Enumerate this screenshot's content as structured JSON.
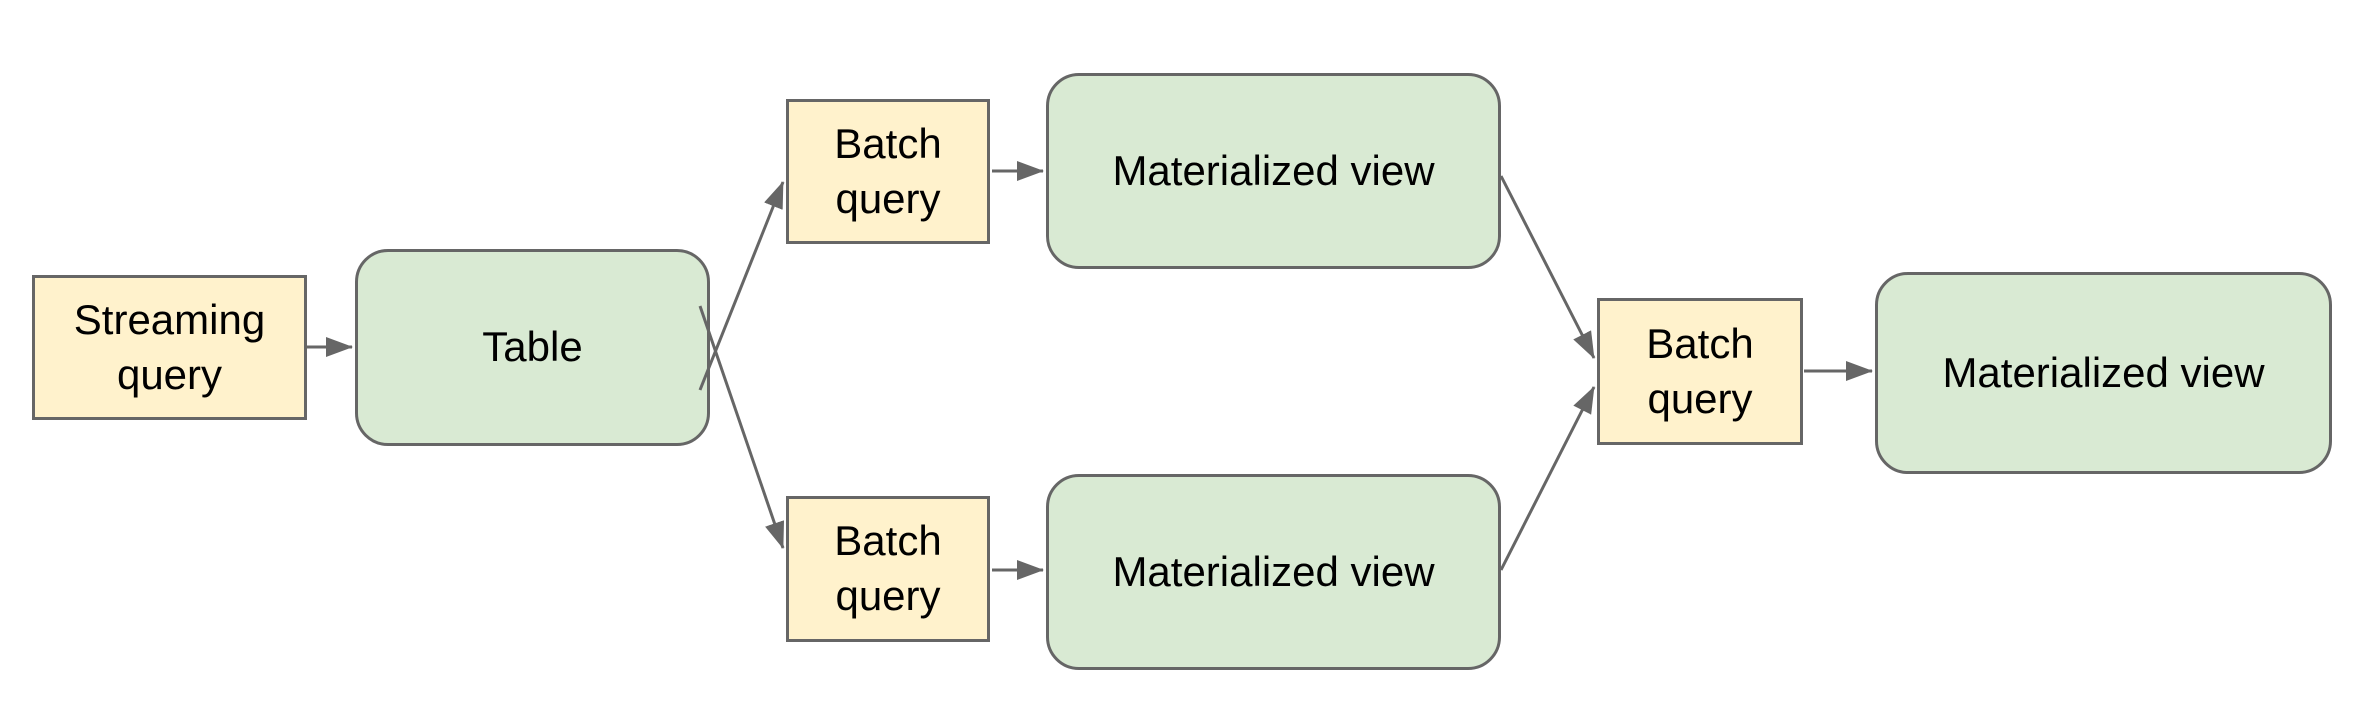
{
  "diagram": {
    "title": "",
    "colors": {
      "query_fill": "#FFF2CC",
      "view_fill": "#D9EAD3",
      "border": "#666666",
      "arrow": "#666666",
      "text": "#000000",
      "background": "#FFFFFF"
    },
    "nodes": [
      {
        "id": "streaming-query",
        "label": "Streaming query",
        "type": "query",
        "shape": "rectangle"
      },
      {
        "id": "table",
        "label": "Table",
        "type": "view",
        "shape": "rounded-rectangle"
      },
      {
        "id": "batch-query-top",
        "label": "Batch query",
        "type": "query",
        "shape": "rectangle"
      },
      {
        "id": "materialized-view-top",
        "label": "Materialized view",
        "type": "view",
        "shape": "rounded-rectangle"
      },
      {
        "id": "batch-query-bottom",
        "label": "Batch query",
        "type": "query",
        "shape": "rectangle"
      },
      {
        "id": "materialized-view-bottom",
        "label": "Materialized view",
        "type": "view",
        "shape": "rounded-rectangle"
      },
      {
        "id": "batch-query-final",
        "label": "Batch query",
        "type": "query",
        "shape": "rectangle"
      },
      {
        "id": "materialized-view-final",
        "label": "Materialized view",
        "type": "view",
        "shape": "rounded-rectangle"
      }
    ],
    "edges": [
      {
        "from": "streaming-query",
        "to": "table"
      },
      {
        "from": "table",
        "to": "batch-query-top"
      },
      {
        "from": "table",
        "to": "batch-query-bottom"
      },
      {
        "from": "batch-query-top",
        "to": "materialized-view-top"
      },
      {
        "from": "batch-query-bottom",
        "to": "materialized-view-bottom"
      },
      {
        "from": "materialized-view-top",
        "to": "batch-query-final"
      },
      {
        "from": "materialized-view-bottom",
        "to": "batch-query-final"
      },
      {
        "from": "batch-query-final",
        "to": "materialized-view-final"
      }
    ]
  }
}
